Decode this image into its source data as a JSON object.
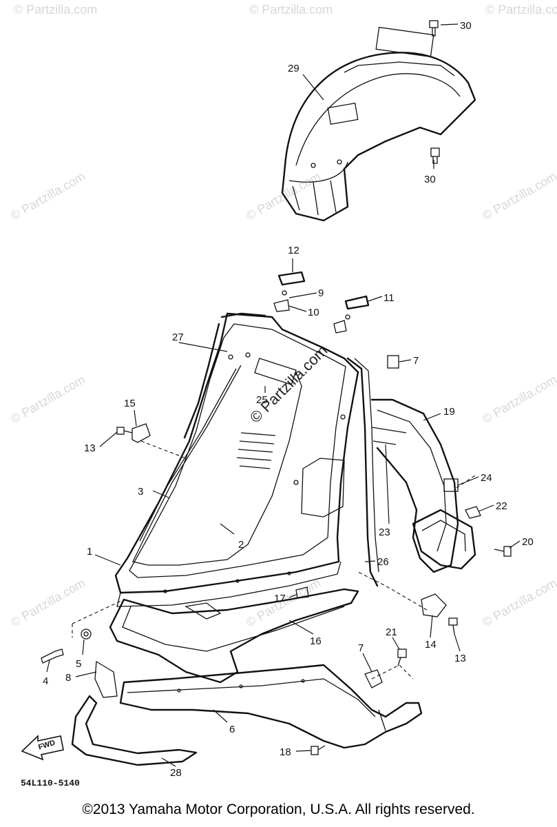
{
  "watermark": "© Partzilla.com",
  "diagram_code": "54L110-5140",
  "forward_marker": "FWD",
  "copyright": "©2013  Yamaha Motor Corporation, U.S.A. All rights reserved.",
  "callouts": {
    "c1": "1",
    "c2": "2",
    "c3": "3",
    "c4": "4",
    "c5": "5",
    "c6": "6",
    "c7a": "7",
    "c7b": "7",
    "c8": "8",
    "c9": "9",
    "c10": "10",
    "c11": "11",
    "c12": "12",
    "c13a": "13",
    "c13b": "13",
    "c14": "14",
    "c15": "15",
    "c16": "16",
    "c17": "17",
    "c18": "18",
    "c19": "19",
    "c20": "20",
    "c21": "21",
    "c22": "22",
    "c23": "23",
    "c24": "24",
    "c25": "25",
    "c26": "26",
    "c27": "27",
    "c28": "28",
    "c29": "29",
    "c30a": "30",
    "c30b": "30"
  }
}
